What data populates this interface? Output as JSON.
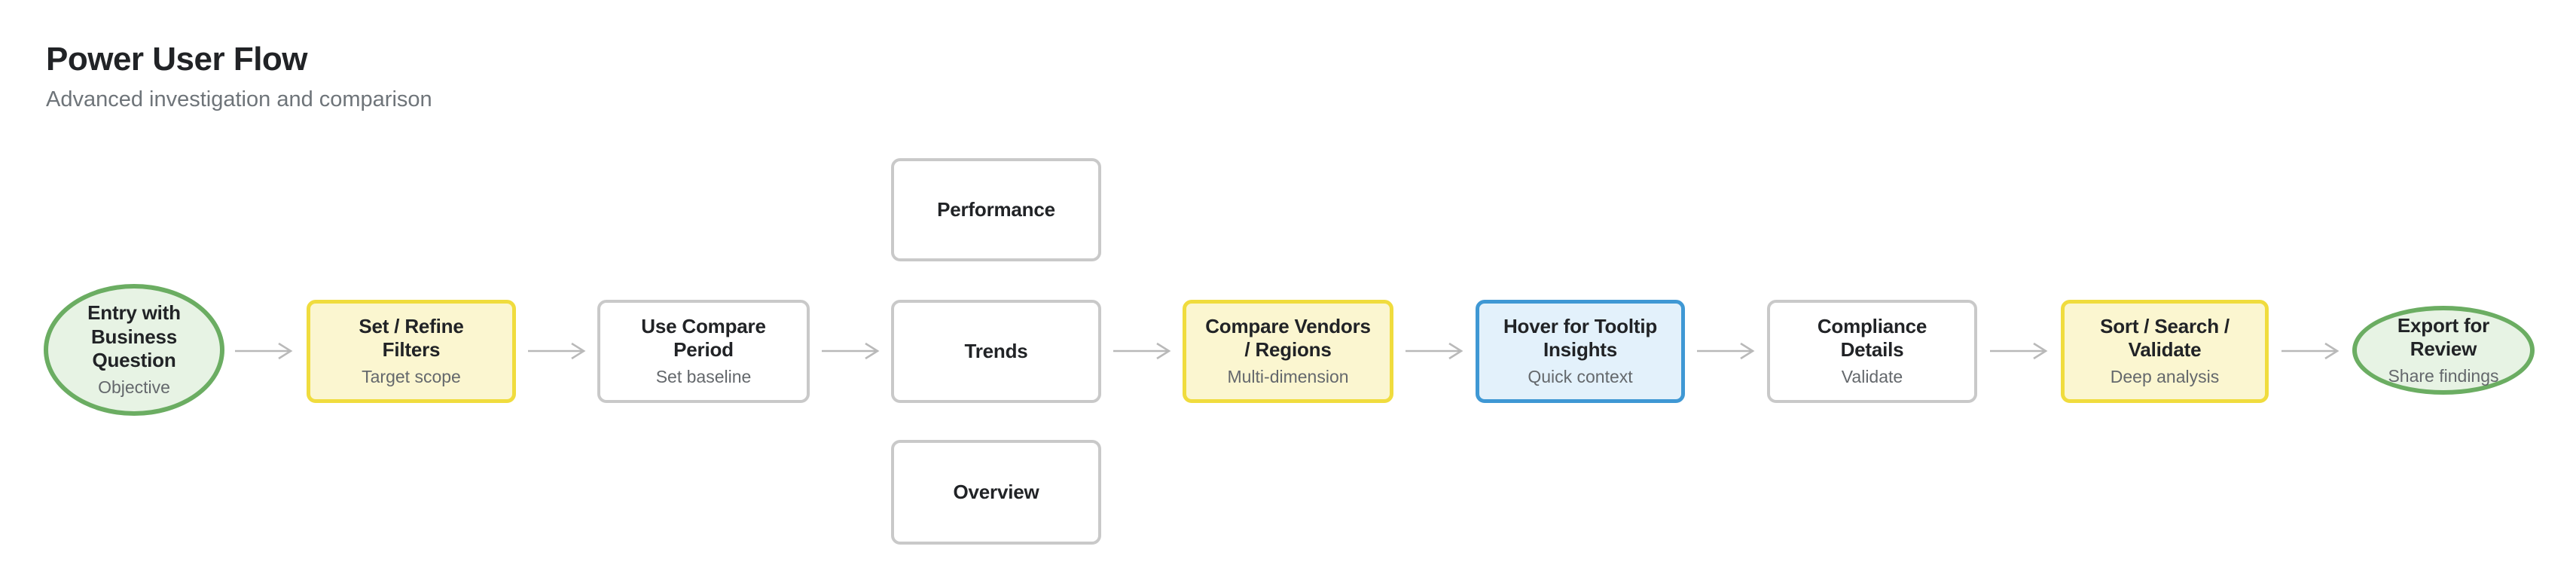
{
  "header": {
    "title": "Power User Flow",
    "subtitle": "Advanced investigation and comparison"
  },
  "flow": {
    "nodes": [
      {
        "id": "entry",
        "title": "Entry with Business Question",
        "subtitle": "Objective",
        "shape": "ellipse",
        "variant": "green"
      },
      {
        "id": "filters",
        "title": "Set / Refine Filters",
        "subtitle": "Target scope",
        "shape": "rect",
        "variant": "yellow"
      },
      {
        "id": "compare-period",
        "title": "Use Compare Period",
        "subtitle": "Set baseline",
        "shape": "rect",
        "variant": "neutral"
      },
      {
        "id": "performance",
        "title": "Performance",
        "shape": "rect",
        "variant": "neutral"
      },
      {
        "id": "trends",
        "title": "Trends",
        "shape": "rect",
        "variant": "neutral"
      },
      {
        "id": "overview",
        "title": "Overview",
        "shape": "rect",
        "variant": "neutral"
      },
      {
        "id": "compare-vendors",
        "title": "Compare Vendors / Regions",
        "subtitle": "Multi-dimension",
        "shape": "rect",
        "variant": "yellow"
      },
      {
        "id": "tooltip-insights",
        "title": "Hover for Tooltip Insights",
        "subtitle": "Quick context",
        "shape": "rect",
        "variant": "blue"
      },
      {
        "id": "compliance",
        "title": "Compliance Details",
        "subtitle": "Validate",
        "shape": "rect",
        "variant": "neutral"
      },
      {
        "id": "sort-search",
        "title": "Sort / Search / Validate",
        "subtitle": "Deep analysis",
        "shape": "rect",
        "variant": "yellow"
      },
      {
        "id": "export",
        "title": "Export for Review",
        "subtitle": "Share findings",
        "shape": "ellipse",
        "variant": "green"
      }
    ],
    "edges": [
      [
        "entry",
        "filters"
      ],
      [
        "filters",
        "compare-period"
      ],
      [
        "compare-period",
        "trends"
      ],
      [
        "trends",
        "compare-vendors"
      ],
      [
        "compare-vendors",
        "tooltip-insights"
      ],
      [
        "tooltip-insights",
        "compliance"
      ],
      [
        "compliance",
        "sort-search"
      ],
      [
        "sort-search",
        "export"
      ]
    ],
    "colors": {
      "green_border": "#6BAD62",
      "green_bg": "#E7F3E4",
      "yellow_border": "#F0DC3E",
      "yellow_bg": "#FBF6D0",
      "blue_border": "#3F98D4",
      "blue_bg": "#E3F1FB",
      "neutral_border": "#C9C9C9",
      "neutral_bg": "#FFFFFF",
      "arrow": "#B9B9B9",
      "title_text": "#212326",
      "subtitle_text": "#64686C"
    }
  }
}
